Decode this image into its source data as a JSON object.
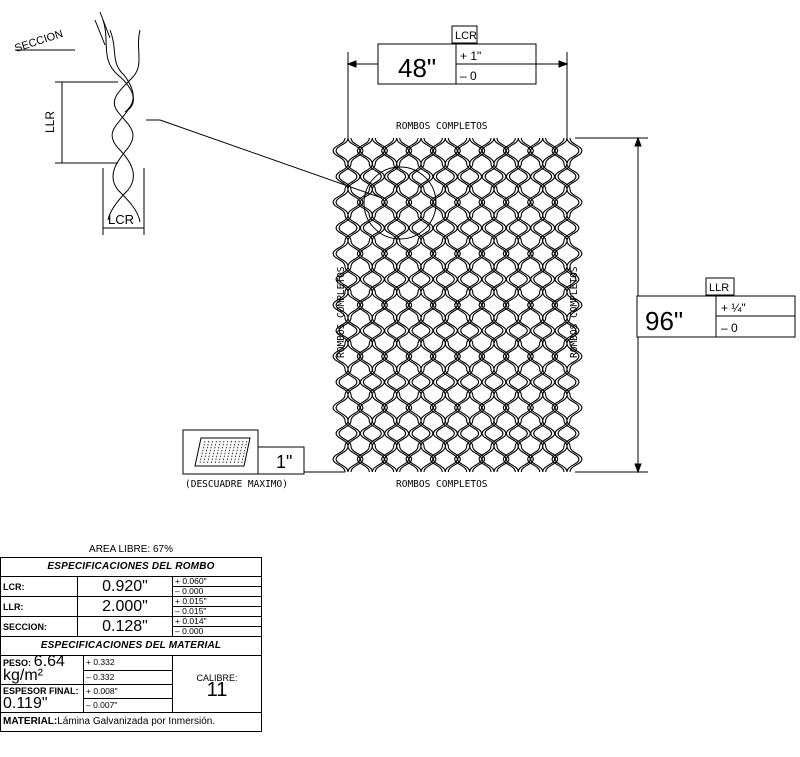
{
  "detail": {
    "seccion_label": "SECCION",
    "llr_label": "LLR",
    "lcr_label": "LCR"
  },
  "top_dim": {
    "tag": "LCR",
    "value": "48\"",
    "tol_plus": "+ 1\"",
    "tol_minus": "– 0"
  },
  "right_dim": {
    "tag": "LLR",
    "value": "96\"",
    "tol_plus": "+ ¼\"",
    "tol_minus": "– 0"
  },
  "sheet_labels": {
    "top": "ROMBOS  COMPLETOS",
    "bottom": "ROMBOS  COMPLETOS",
    "left": "ROMBOS COMPLETOS",
    "right": "ROMBOS COMPLETOS"
  },
  "skew": {
    "value": "1\"",
    "caption": "(DESCUADRE MAXIMO)"
  },
  "specs": {
    "area_libre": "AREA LIBRE: 67%",
    "rombo_title": "ESPECIFICACIONES  DEL  ROMBO",
    "rows": [
      {
        "label": "LCR:",
        "value": "0.920\"",
        "plus": "+ 0.060\"",
        "minus": "– 0.000"
      },
      {
        "label": "LLR:",
        "value": "2.000\"",
        "plus": "+ 0.015\"",
        "minus": "– 0.015\""
      },
      {
        "label": "SECCION:",
        "value": "0.128\"",
        "plus": "+ 0.014\"",
        "minus": "– 0.000"
      }
    ],
    "material_title": "ESPECIFICACIONES  DEL  MATERIAL",
    "peso_label": "PESO:",
    "peso_value": "6.64 kg/m²",
    "peso_plus": "+ 0.332",
    "peso_minus": "– 0.332",
    "espesor_label": "ESPESOR FINAL:",
    "espesor_value": "0.119\"",
    "espesor_plus": "+ 0.008\"",
    "espesor_minus": "– 0.007\"",
    "calibre_label": "CALIBRE:",
    "calibre_value": "11",
    "material_label": "MATERIAL:",
    "material_value": "Lámina Galvanizada por Inmersión."
  }
}
